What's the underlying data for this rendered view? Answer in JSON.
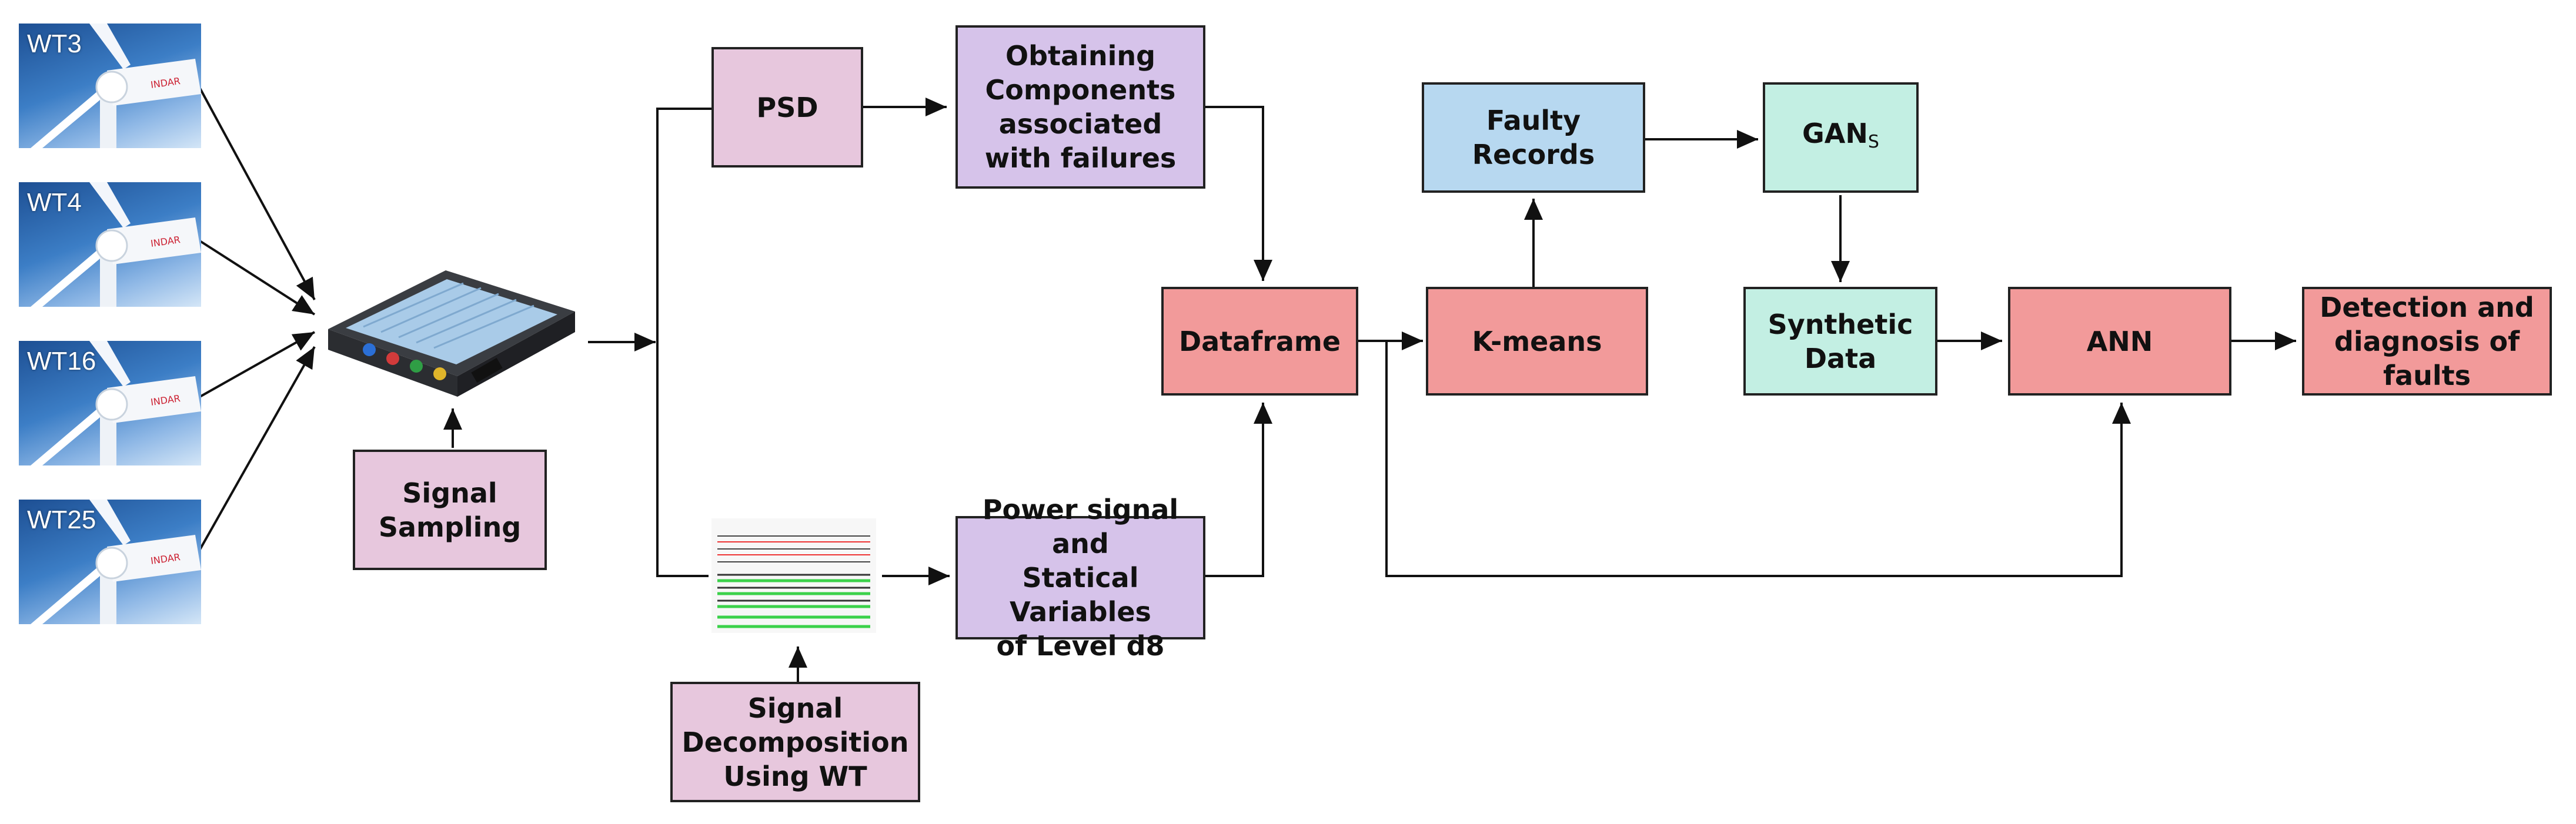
{
  "turbines": [
    {
      "label": "WT3"
    },
    {
      "label": "WT4"
    },
    {
      "label": "WT16"
    },
    {
      "label": "WT25"
    }
  ],
  "boxes": {
    "signal_sampling": "Signal\nSampling",
    "psd": "PSD",
    "obtaining_components": "Obtaining\nComponents\nassociated\nwith failures",
    "signal_decomposition": "Signal\nDecomposition\nUsing WT",
    "power_signal": "Power signal and\nStatical Variables\nof Level  d8",
    "dataframe": "Dataframe",
    "kmeans": "K-means",
    "faulty_records": "Faulty\nRecords",
    "gans_main": "GAN",
    "gans_sub": "S",
    "synthetic_data": "Synthetic\nData",
    "ann": "ANN",
    "detection": "Detection and\ndiagnosis of faults"
  },
  "colors": {
    "pink": "#e7c7dd",
    "lavender": "#d6c3ea",
    "red": "#f29a9a",
    "blue": "#b7d8f0",
    "mint": "#c3efe3",
    "line": "#111111"
  },
  "icons": {
    "oscilloscope": "usb-oscilloscope-device-icon",
    "wavelet_plot": "wavelet-decomposition-plot-icon",
    "turbine": "wind-turbine-photo-icon"
  }
}
